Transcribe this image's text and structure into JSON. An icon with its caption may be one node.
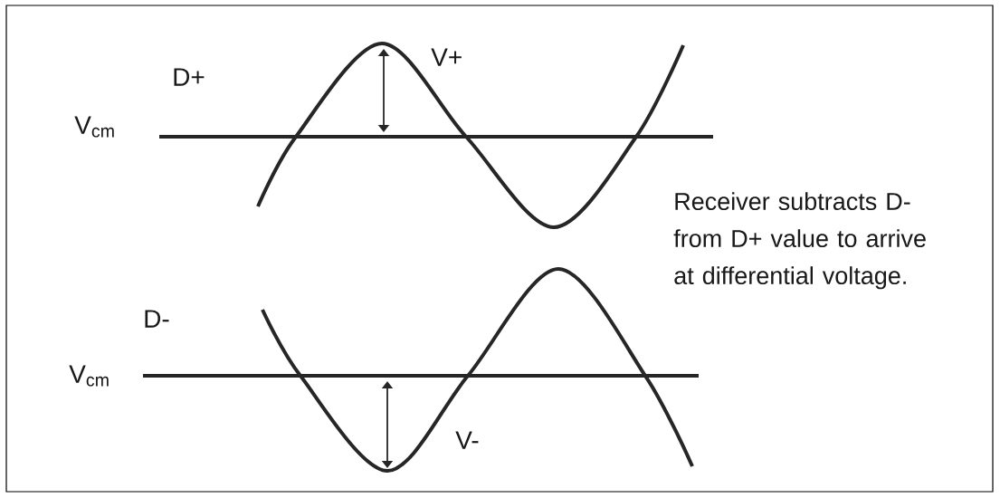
{
  "diagram": {
    "labels": [
      "V+",
      "D+",
      "V$_{cm}$",
      "Receiver subtracts D- from D+ value to arrive at differential voltage.",
      "D-",
      "V$_{cm}$",
      "V-"
    ]
  }
}
